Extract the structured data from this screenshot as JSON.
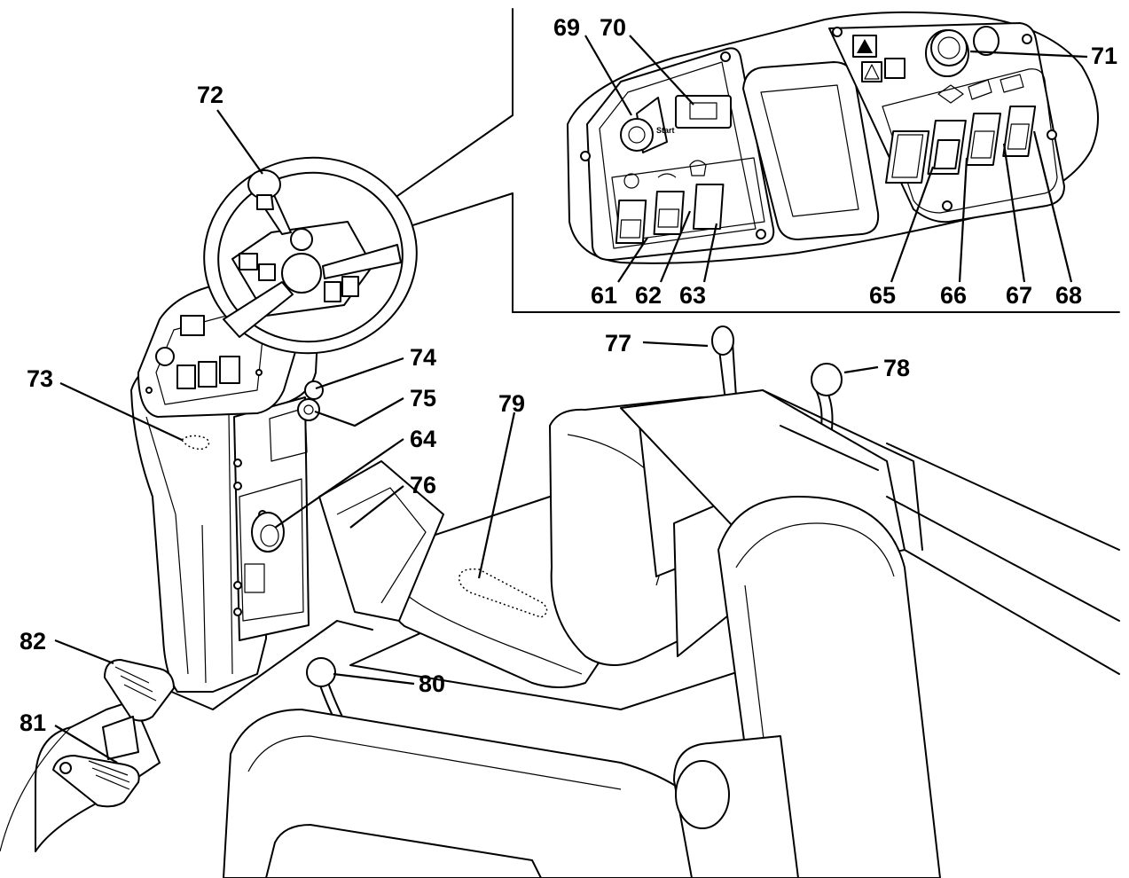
{
  "callouts": {
    "c61": "61",
    "c62": "62",
    "c63": "63",
    "c64": "64",
    "c65": "65",
    "c66": "66",
    "c67": "67",
    "c68": "68",
    "c69": "69",
    "c70": "70",
    "c71": "71",
    "c72": "72",
    "c73": "73",
    "c74": "74",
    "c75": "75",
    "c76": "76",
    "c77": "77",
    "c78": "78",
    "c79": "79",
    "c80": "80",
    "c81": "81",
    "c82": "82"
  },
  "key_label": "Start"
}
